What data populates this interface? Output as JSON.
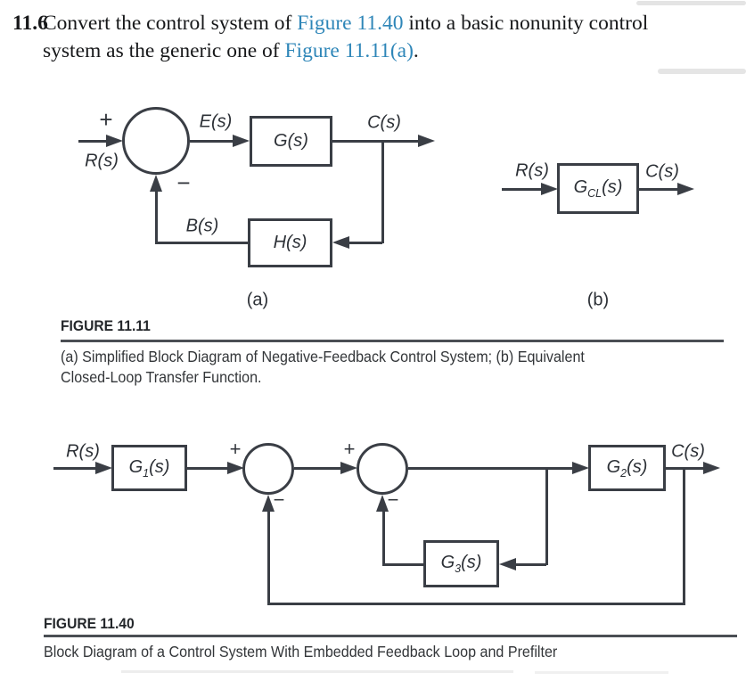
{
  "colors": {
    "link_blue": "#2e86b8",
    "line_dark": "#3a3e45",
    "text_black": "#17181a"
  },
  "problem": {
    "number": "11.6",
    "line1_pre": "Convert the control system of ",
    "line1_link": "Figure 11.40",
    "line1_post": " into a basic nonunity control",
    "line2_pre": "system as the generic one of ",
    "line2_link": "Figure 11.11(a)",
    "line2_post": "."
  },
  "fig11a": {
    "plus": "+",
    "minus": "−",
    "r_label": "R(s)",
    "e_label": "E(s)",
    "c_label": "C(s)",
    "b_label": "B(s)",
    "g_block": "G(s)",
    "h_block": "H(s)",
    "sublabel": "(a)"
  },
  "fig11b": {
    "r_label": "R(s)",
    "c_label": "C(s)",
    "block": {
      "base": "G",
      "sub": "CL",
      "rest": "(s)"
    },
    "sublabel": "(b)"
  },
  "fig11_caption": {
    "title": "FIGURE 11.11",
    "line1": "(a) Simplified Block Diagram of Negative-Feedback Control System; (b) Equivalent",
    "line2": "Closed-Loop Transfer Function."
  },
  "fig40": {
    "r_label": "R(s)",
    "c_label": "C(s)",
    "plus1": "+",
    "minus1": "−",
    "plus2": "+",
    "minus2": "−",
    "g1": {
      "base": "G",
      "sub": "1",
      "rest": "(s)"
    },
    "g2": {
      "base": "G",
      "sub": "2",
      "rest": "(s)"
    },
    "g3": {
      "base": "G",
      "sub": "3",
      "rest": "(s)"
    }
  },
  "fig40_caption": {
    "title": "FIGURE 11.40",
    "line1": "Block Diagram of a Control System With Embedded Feedback Loop and Prefilter"
  }
}
